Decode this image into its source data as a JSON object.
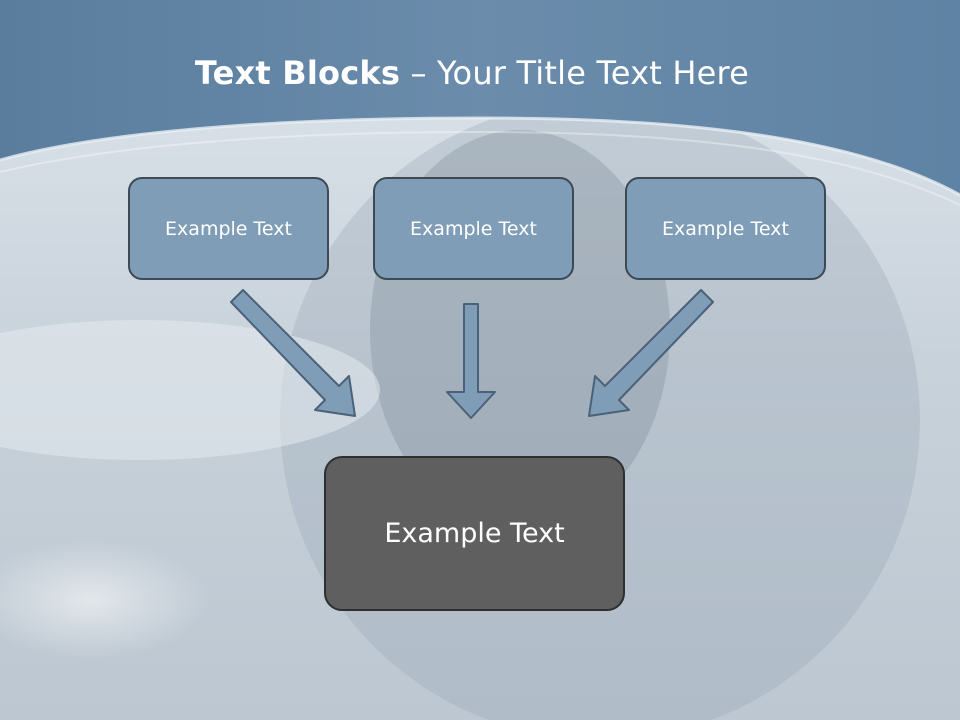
{
  "slide": {
    "title_bold": "Text Blocks",
    "title_rest": " – Your Title Text Here"
  },
  "boxes": [
    {
      "label": "Example Text"
    },
    {
      "label": "Example Text"
    },
    {
      "label": "Example Text"
    }
  ],
  "target_box": {
    "label": "Example Text"
  },
  "colors": {
    "header_band": "#5b7e9f",
    "box_fill": "#7f9db7",
    "box_border": "#3c4a57",
    "target_fill": "#5f5f5f",
    "arrow_fill": "#7f9db7",
    "arrow_stroke": "#4a6178"
  }
}
